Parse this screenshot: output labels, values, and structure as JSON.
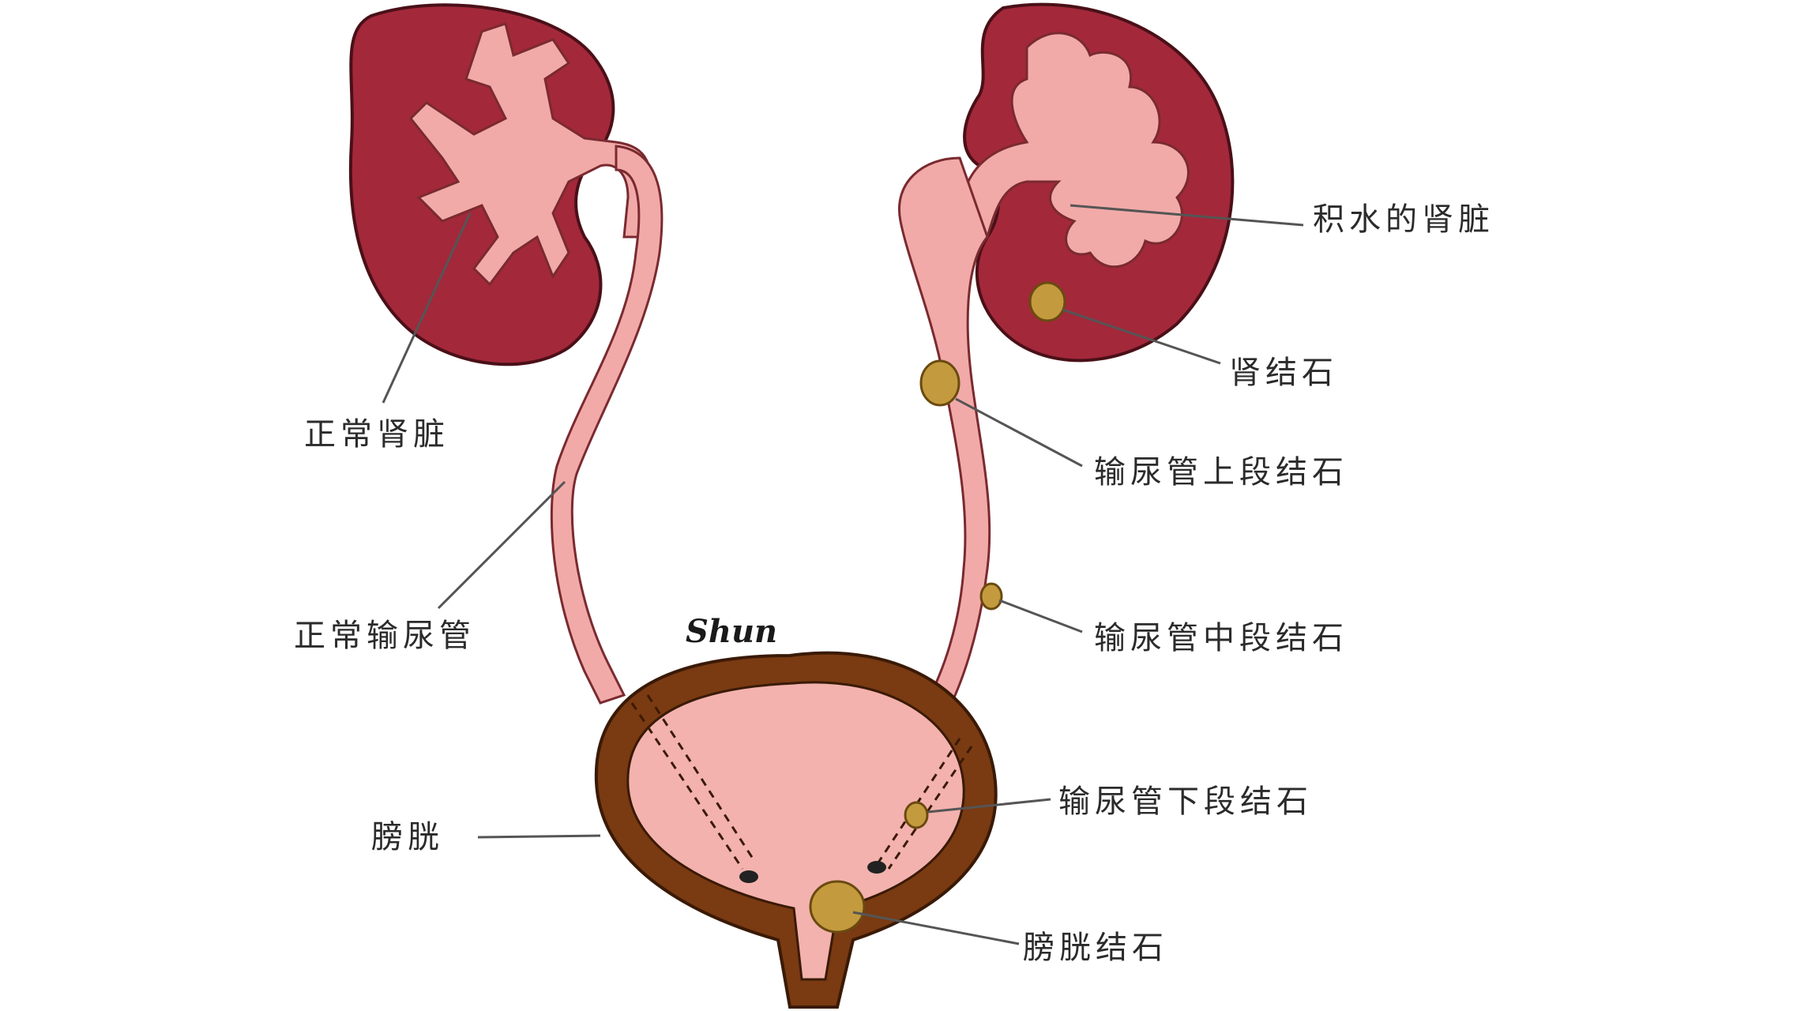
{
  "labels": {
    "normal_kidney": "正常肾脏",
    "normal_ureter": "正常输尿管",
    "bladder": "膀胱",
    "hydronephrotic_kidney": "积水的肾脏",
    "kidney_stone": "肾结石",
    "upper_ureter_stone": "输尿管上段结石",
    "middle_ureter_stone": "输尿管中段结石",
    "lower_ureter_stone": "输尿管下段结石",
    "bladder_stone": "膀胱结石"
  },
  "signature": "Shun",
  "colors": {
    "kidney": "#a3283a",
    "kidney_outline": "#4a1018",
    "pelvis": "#f1aaa8",
    "bladder_wall": "#7a3a12",
    "bladder_inner": "#f3b2ae",
    "stone": "#c49a3e",
    "leader_line": "#555555"
  }
}
